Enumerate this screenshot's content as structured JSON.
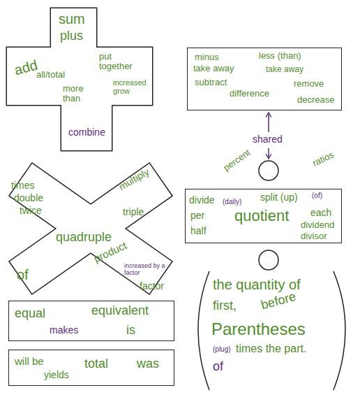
{
  "diagram": {
    "nodes": [
      {
        "text": [
          "sum",
          "plus",
          "add",
          "all/total",
          "put together",
          "more than",
          "increased grow",
          "combine"
        ]
      },
      {
        "text": [
          "minus",
          "take away",
          "subtract",
          "less (than)",
          "take away",
          "difference",
          "remove",
          "decrease"
        ]
      },
      {
        "text": [
          "times",
          "double",
          "twice",
          "multiply",
          "triple",
          "quadruple",
          "product",
          "increased by a factor",
          "factor",
          "of"
        ]
      },
      {
        "text": [
          "divide",
          "(daily)",
          "split (up)",
          "(of)",
          "per",
          "quotient",
          "each",
          "half",
          "dividend",
          "divisor"
        ]
      },
      {
        "text": [
          "equal",
          "equivalent",
          "makes",
          "is"
        ]
      },
      {
        "text": [
          "will be",
          "yields",
          "total",
          "was"
        ]
      }
    ],
    "labels": [
      "shared",
      "percent",
      "ratios",
      "the quantity of",
      "first,",
      "before",
      "Parentheses",
      "(plug)",
      "times the part.",
      "of"
    ]
  }
}
